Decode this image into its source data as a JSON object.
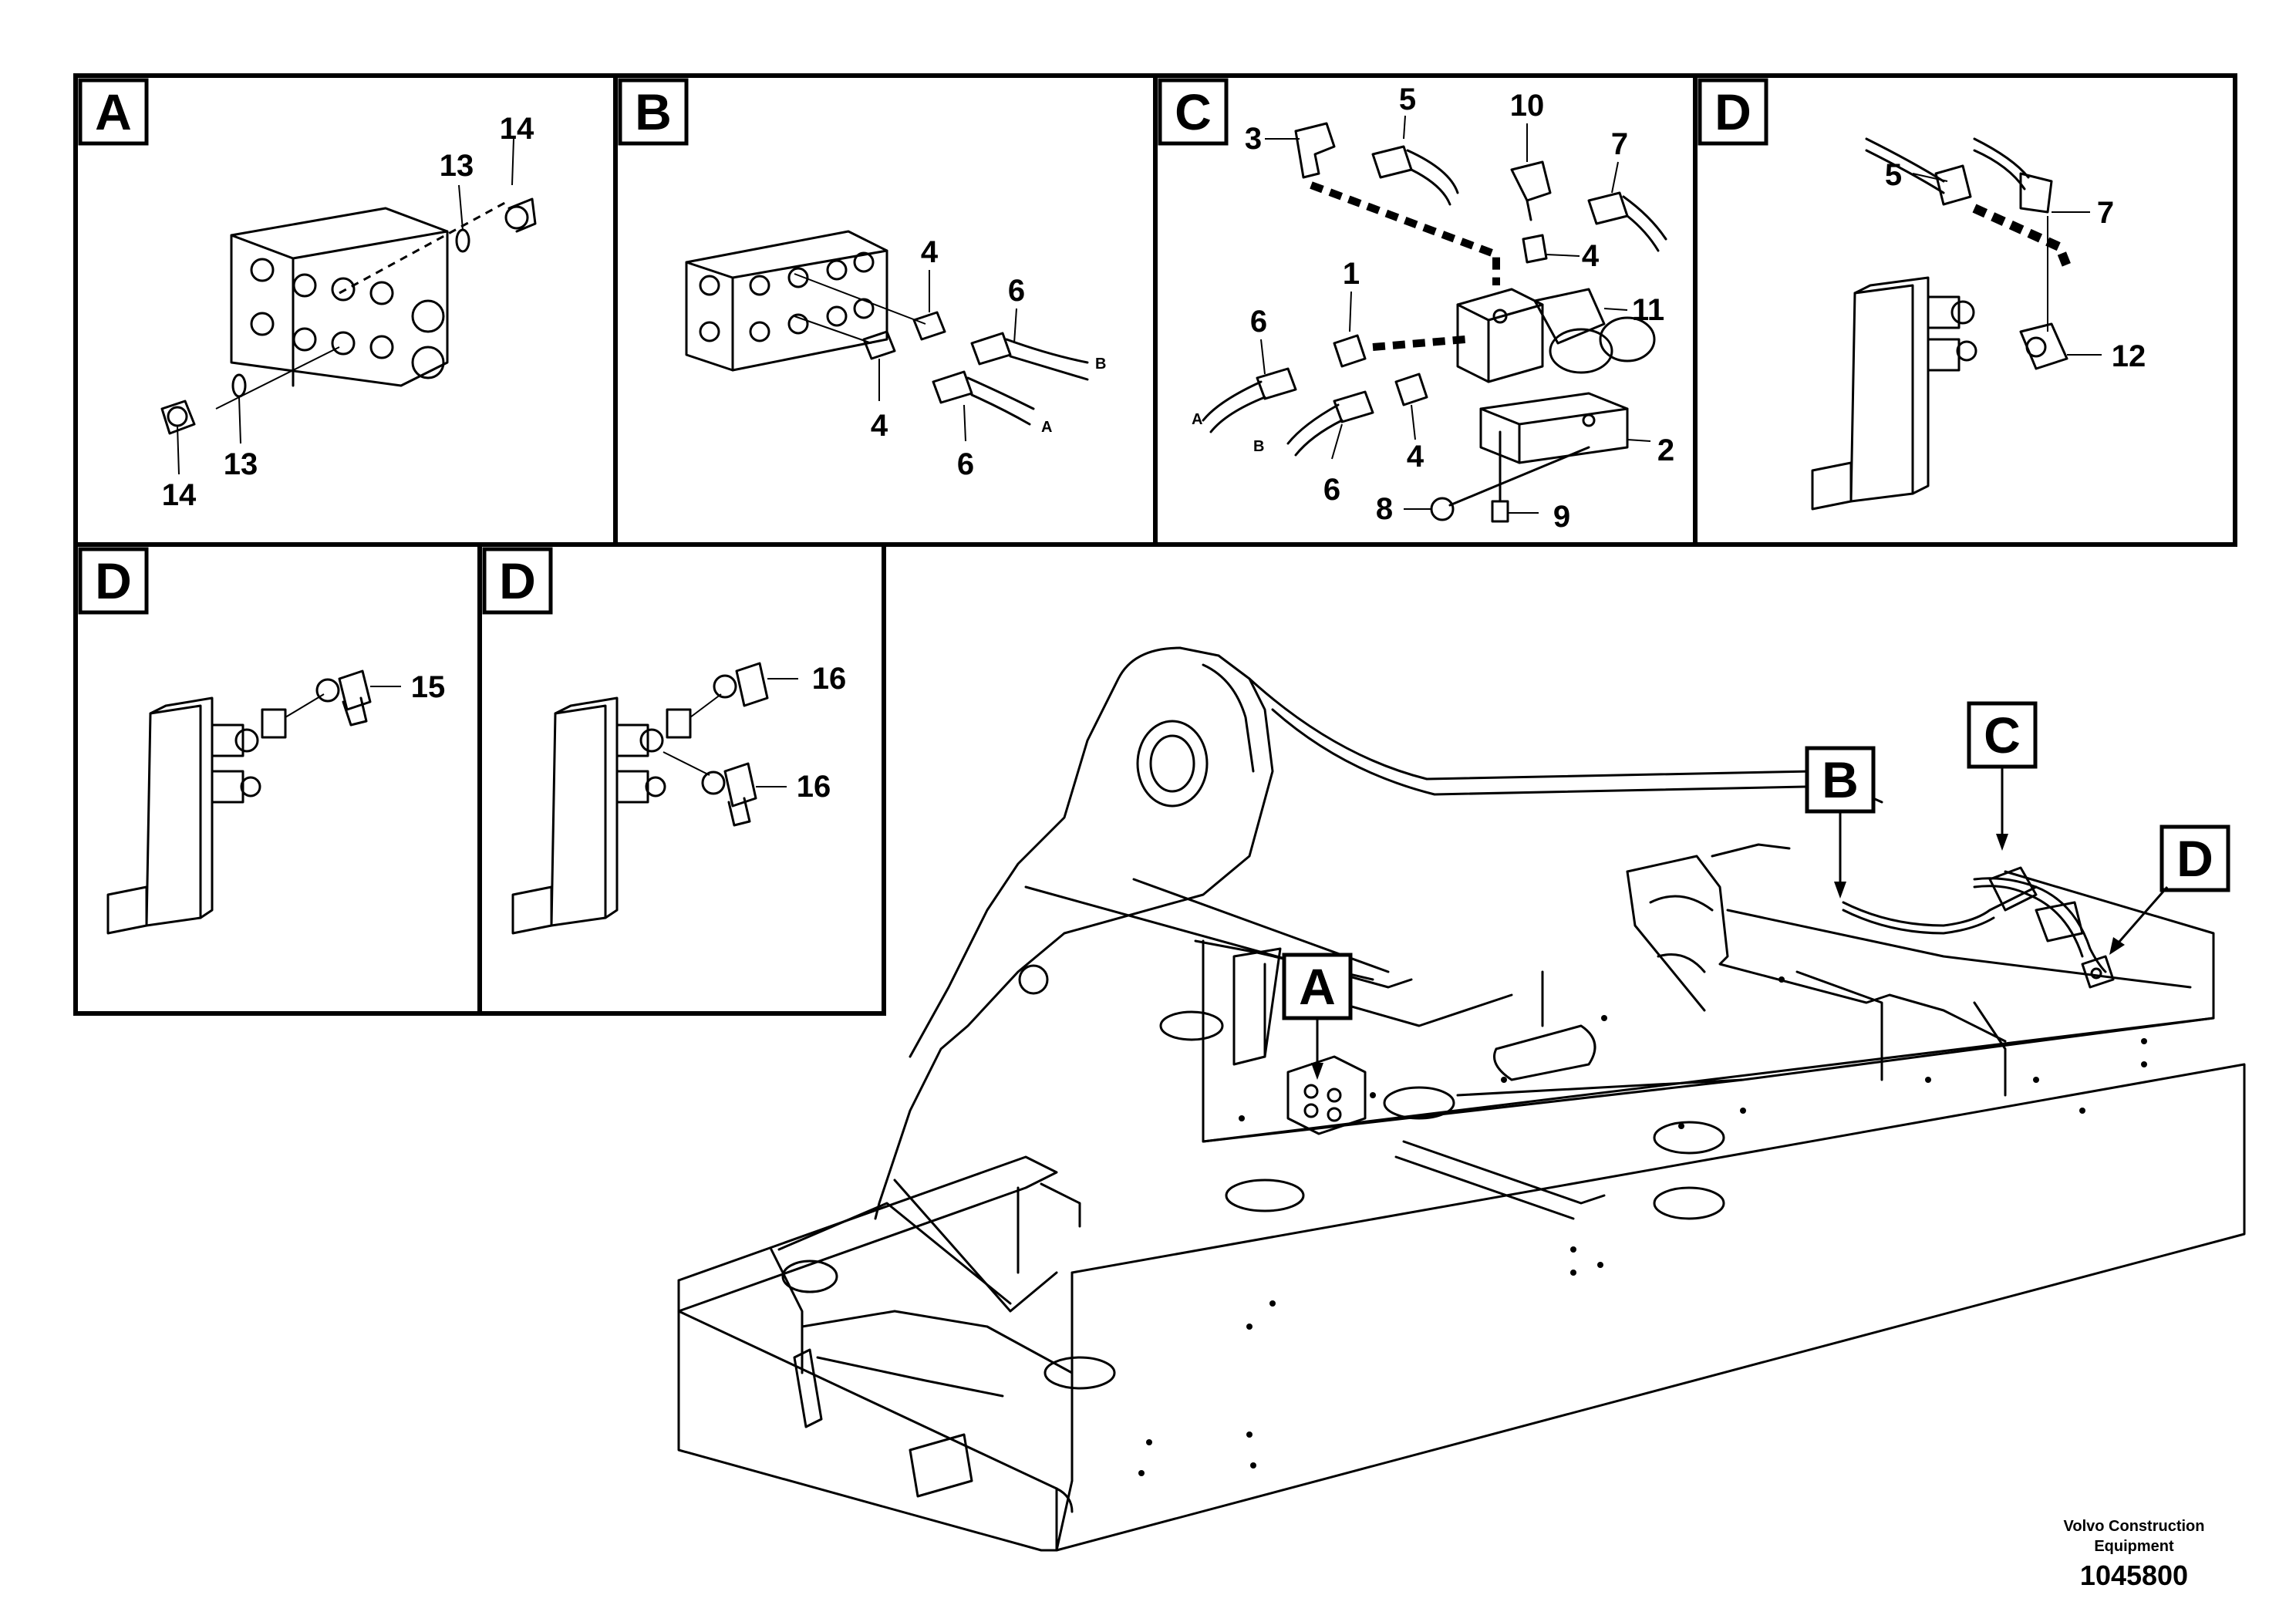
{
  "panels": {
    "A": {
      "letter": "A",
      "callouts": [
        "14",
        "13",
        "13",
        "14"
      ]
    },
    "B": {
      "letter": "B",
      "callouts": [
        "4",
        "6",
        "4",
        "6"
      ],
      "hose_ends": [
        "B",
        "A"
      ]
    },
    "C": {
      "letter": "C",
      "callouts": [
        "3",
        "5",
        "10",
        "7",
        "4",
        "1",
        "11",
        "6",
        "4",
        "6",
        "2",
        "8",
        "9"
      ],
      "hose_ends": [
        "A",
        "B"
      ]
    },
    "D1": {
      "letter": "D",
      "callouts": [
        "5",
        "7",
        "12"
      ]
    },
    "D2": {
      "letter": "D",
      "callouts": [
        "15"
      ]
    },
    "D3": {
      "letter": "D",
      "callouts": [
        "16",
        "16"
      ]
    }
  },
  "main_callouts": [
    "A",
    "B",
    "C",
    "D"
  ],
  "footer": {
    "credit_line1": "Volvo Construction",
    "credit_line2": "Equipment",
    "drawing_number": "1045800"
  }
}
